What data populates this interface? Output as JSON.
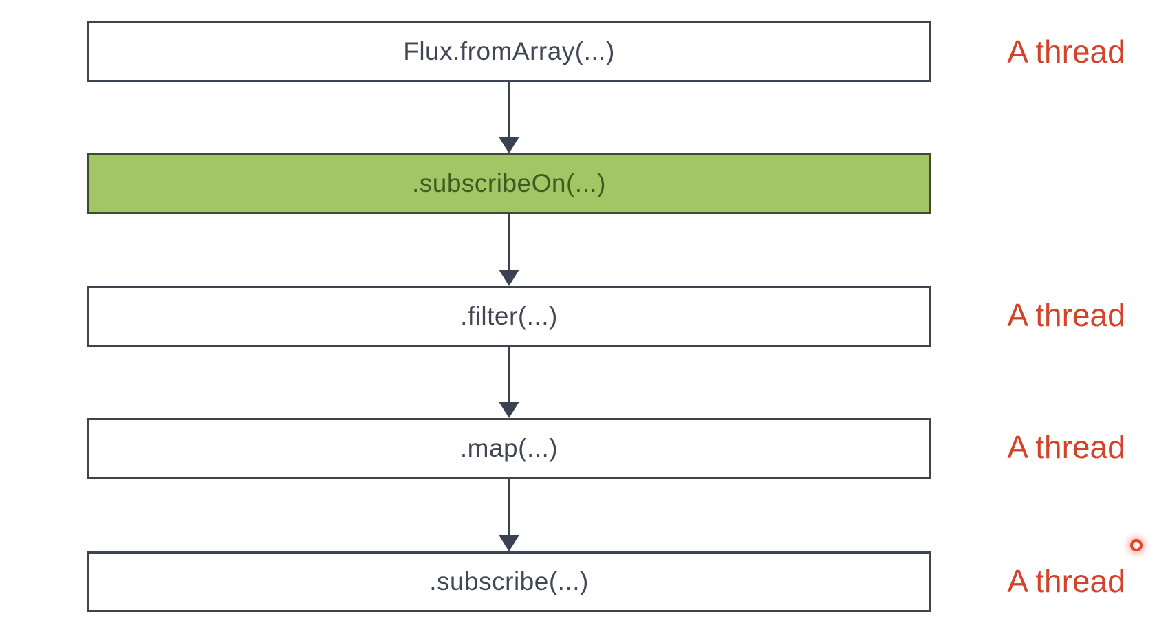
{
  "theme": {
    "background": "#ffffff",
    "box-border": "#3e4450",
    "box-text": "#404653",
    "highlight-fill": "#a2c566",
    "highlight-border": "#3f4a31",
    "highlight-text": "#3d5c1f",
    "arrow-color": "#3a4150",
    "thread-label-color": "#d2432a",
    "laser-dot-color": "#e8442c"
  },
  "diagram": {
    "type": "flowchart",
    "nodes": [
      {
        "label": "Flux.fromArray(...)",
        "highlighted": false
      },
      {
        "label": ".subscribeOn(...)",
        "highlighted": true
      },
      {
        "label": ".filter(...)",
        "highlighted": false
      },
      {
        "label": ".map(...)",
        "highlighted": false
      },
      {
        "label": ".subscribe(...)",
        "highlighted": false
      }
    ]
  },
  "annotations": {
    "thread_labels": [
      {
        "text": "A thread",
        "attached_to": "Flux.fromArray(...)"
      },
      {
        "text": "A thread",
        "attached_to": ".filter(...)"
      },
      {
        "text": "A thread",
        "attached_to": ".map(...)"
      },
      {
        "text": "A thread",
        "attached_to": ".subscribe(...)"
      }
    ]
  }
}
